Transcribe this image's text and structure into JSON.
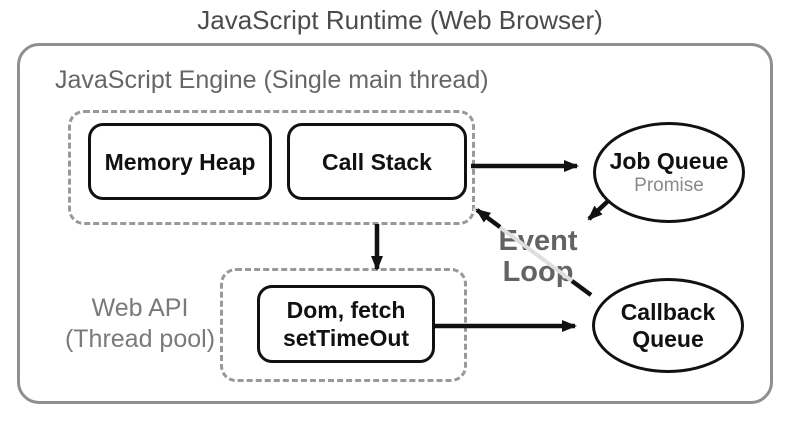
{
  "title": "JavaScript Runtime (Web Browser)",
  "diagram": {
    "engine_label": "JavaScript Engine (Single main thread)",
    "web_api_label": {
      "line1": "Web API",
      "line2": "(Thread pool)"
    },
    "event_loop": {
      "line1": "Event",
      "line2": "Loop"
    },
    "nodes": {
      "memory_heap": "Memory Heap",
      "call_stack": "Call Stack",
      "job_queue": "Job Queue",
      "job_queue_sub": "Promise",
      "web_api_box": {
        "line1": "Dom, fetch",
        "line2": "setTimeOut"
      },
      "callback_queue": {
        "line1": "Callback",
        "line2": "Queue"
      }
    },
    "arrows": [
      "call-stack-to-job-queue",
      "job-queue-to-event-loop",
      "call-stack-down-to-web-api-box",
      "web-api-box-to-callback-queue",
      "callback-queue-to-call-stack-faded"
    ],
    "colors": {
      "outer_border_gray": "#8f8f8f",
      "dashed_border_gray": "#999999",
      "title_dark_gray": "#4b4b4b",
      "label_gray": "#666666",
      "web_api_gray": "#7a7a7a",
      "event_loop_gray": "#636363",
      "promise_gray": "#8a8a8a",
      "node_black": "#111111",
      "arrow_black": "#111111",
      "faded_line_gray": "#dedede"
    }
  }
}
